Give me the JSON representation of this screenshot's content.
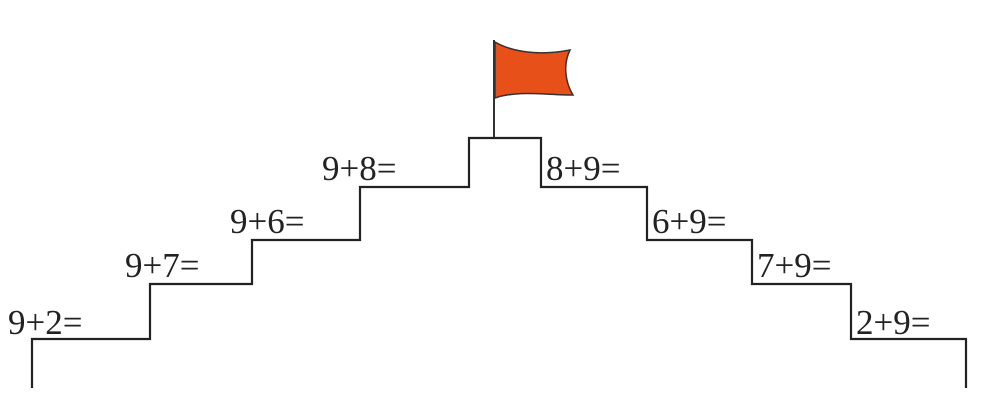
{
  "left_steps": [
    {
      "id": "left-1",
      "text": "9+2="
    },
    {
      "id": "left-2",
      "text": "9+7="
    },
    {
      "id": "left-3",
      "text": "9+6="
    },
    {
      "id": "left-4",
      "text": "9+8="
    }
  ],
  "right_steps": [
    {
      "id": "right-4",
      "text": "8+9="
    },
    {
      "id": "right-3",
      "text": "6+9="
    },
    {
      "id": "right-2",
      "text": "7+9="
    },
    {
      "id": "right-1",
      "text": "2+9="
    }
  ],
  "colors": {
    "flag": "#E8501A",
    "line": "#222222"
  },
  "icons": {
    "summit": "flag-icon"
  }
}
